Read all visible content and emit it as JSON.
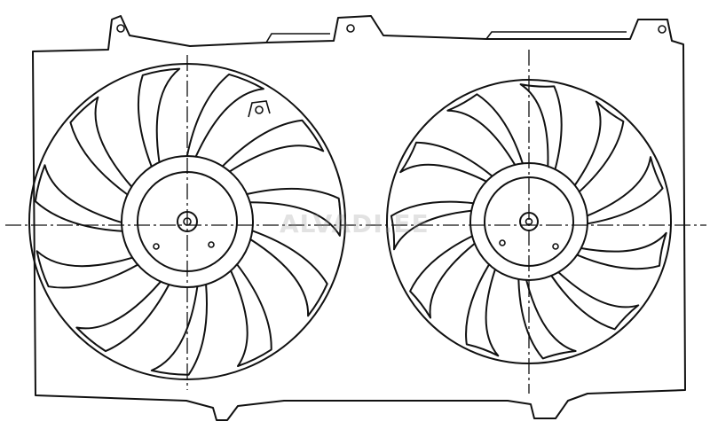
{
  "diagram": {
    "watermark": "ALVADI.EE",
    "fans": [
      {
        "id": "left",
        "blades": 11
      },
      {
        "id": "right",
        "blades": 11
      }
    ]
  },
  "colors": {
    "line": "#111111",
    "background": "#ffffff",
    "watermark": "#969696"
  }
}
